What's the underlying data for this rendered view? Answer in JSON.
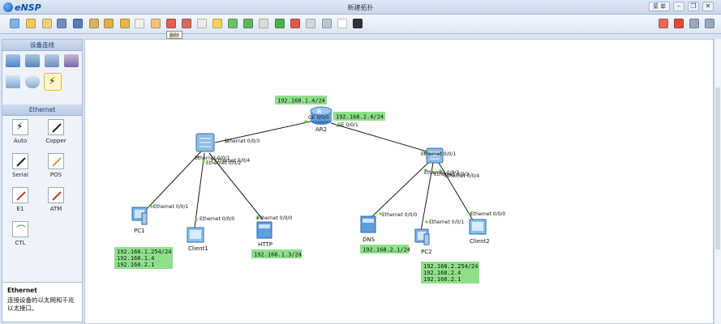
{
  "window": {
    "app_name": "eNSP",
    "title": "新建拓扑",
    "menu_label": "菜 单",
    "controls": [
      "–",
      "❐",
      "✕"
    ]
  },
  "toolbar": {
    "tooltip": "删除",
    "icons": [
      "new-topology-icon",
      "open-icon",
      "save-icon",
      "save-as-icon",
      "print-icon",
      "undo-icon",
      "redo-icon",
      "select-icon",
      "hand-pan-icon",
      "delete-icon",
      "delete-all-icon",
      "text-icon",
      "palette-icon",
      "zoom-in-icon",
      "zoom-out-icon",
      "fit-view-icon",
      "start-device-icon",
      "stop-device-icon",
      "capture-icon",
      "show-labels-icon",
      "grid-icon",
      "topology-icon"
    ],
    "right_icons": [
      "chat-icon",
      "huawei-icon",
      "settings-icon",
      "help-icon"
    ]
  },
  "left_panel": {
    "devices_header": "设备连线",
    "device_categories": [
      "router-icon",
      "switch-icon",
      "wlan-icon",
      "firewall-icon",
      "pc-terminal-icon",
      "cloud-icon",
      "connection-icon"
    ],
    "cables_header": "Ethernet",
    "cables": [
      {
        "label": "Auto",
        "color": "#1a1a1a"
      },
      {
        "label": "Copper",
        "color": "#1a1a1a"
      },
      {
        "label": "Serial",
        "color": "#1a1a1a"
      },
      {
        "label": "POS",
        "color": "#f0922a"
      },
      {
        "label": "E1",
        "color": "#c8321e"
      },
      {
        "label": "ATM",
        "color": "#c8321e"
      },
      {
        "label": "CTL",
        "color": "#3a8a3a"
      }
    ],
    "description_title": "Ethernet",
    "description_text": "连接设备的以太网和千兆以太接口。"
  },
  "topology": {
    "devices": {
      "ar2": "AR2",
      "pc1": "PC1",
      "client1": "Client1",
      "http": "HTTP",
      "dns": "DNS",
      "pc2": "PC2",
      "client2": "Client2"
    },
    "ports": {
      "sw1_ar": "Ethernet 0/0/3",
      "ar_sw1": "GE 0/0/0",
      "ar_sw2": "GE 0/0/1",
      "sw2_ar": "Ethernet 0/0/1",
      "sw1_pc1": "Ethernet 0/0/1",
      "sw1_client1": "Ethernet 0/0/2",
      "sw1_http": "Ethernet 0/0/4",
      "pc1": "Ethernet 0/0/1",
      "client1": "Ethernet 0/0/0",
      "http": "Ethernet 0/0/0",
      "sw2_dns": "Ethernet 0/0/2",
      "sw2_pc2": "Ethernet 0/0/3",
      "sw2_client2": "Ethernet 0/0/4",
      "dns": "Ethernet 0/0/0",
      "pc2": "Ethernet 0/0/1",
      "client2": "Ethernet 0/0/0"
    },
    "ip_labels": {
      "ar_left": "192.168.1.4/24",
      "ar_right": "192.168.2.4/24",
      "pc1": [
        "192.168.1.254/24",
        "192.168.1.4",
        "192.168.2.1"
      ],
      "http": "192.168.1.3/24",
      "dns": "192.168.2.1/24",
      "pc2": [
        "192.168.2.254/24",
        "192.168.2.4",
        "192.168.2.1"
      ]
    },
    "colors": {
      "link": "#1a1a1a",
      "port_dot": "#66cc33",
      "ip_label_bg": "#8fe08a",
      "switch": "#6fa8dc",
      "router": "#4a90d0"
    }
  }
}
